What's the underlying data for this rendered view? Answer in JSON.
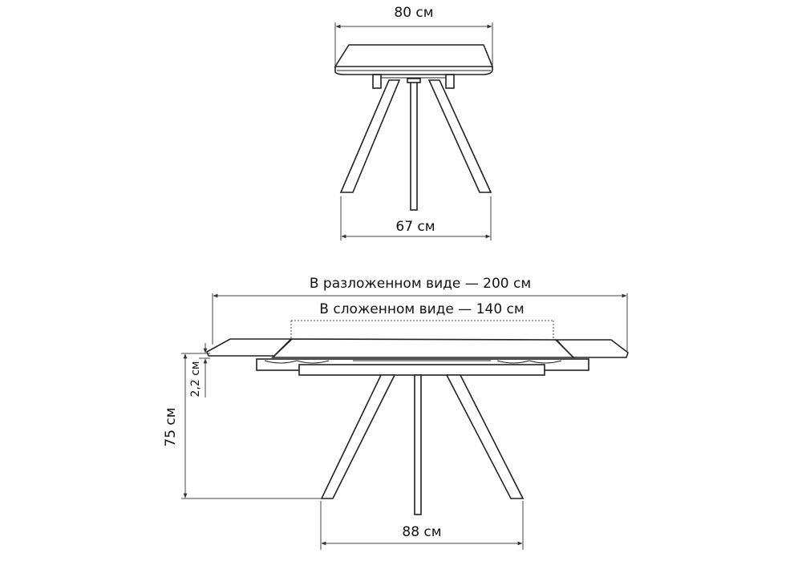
{
  "top_view": {
    "width_label": "80 см",
    "leg_span_label": "67 см"
  },
  "side_view": {
    "extended_label": "В разложенном виде — 200 см",
    "folded_label": "В сложенном виде — 140 см",
    "height_label": "75 см",
    "thickness_label": "2,2 см",
    "leg_span_label": "88 см"
  },
  "colors": {
    "line": "#222222",
    "dim": "#555555"
  }
}
